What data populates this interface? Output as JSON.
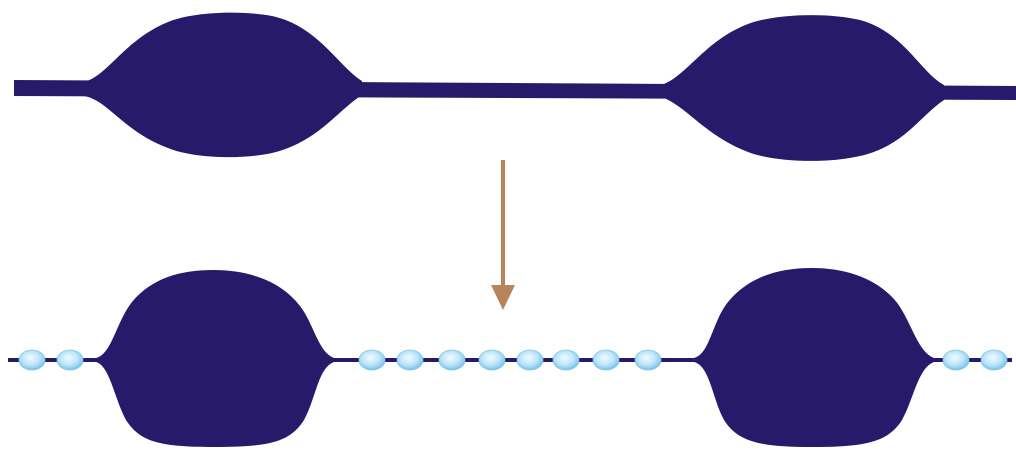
{
  "diagram": {
    "top_row": {
      "shape": "thread with two spindle-shaped swellings",
      "swelling_count": 2
    },
    "transition_arrow": {
      "direction": "down",
      "icon": "arrow-down-icon"
    },
    "bottom_row": {
      "shape": "thin thread with two round beads and small satellite droplets",
      "large_bead_count": 2,
      "satellite_droplet_count": 12,
      "satellite_groups": [
        2,
        8,
        2
      ]
    }
  },
  "colors": {
    "background": "#ffffff",
    "fluid": "#281a6b",
    "arrow": "#b9845a",
    "droplet_center": "#f2fbff",
    "droplet_mid": "#bfe6fa",
    "droplet_edge": "#7cc3ea"
  }
}
